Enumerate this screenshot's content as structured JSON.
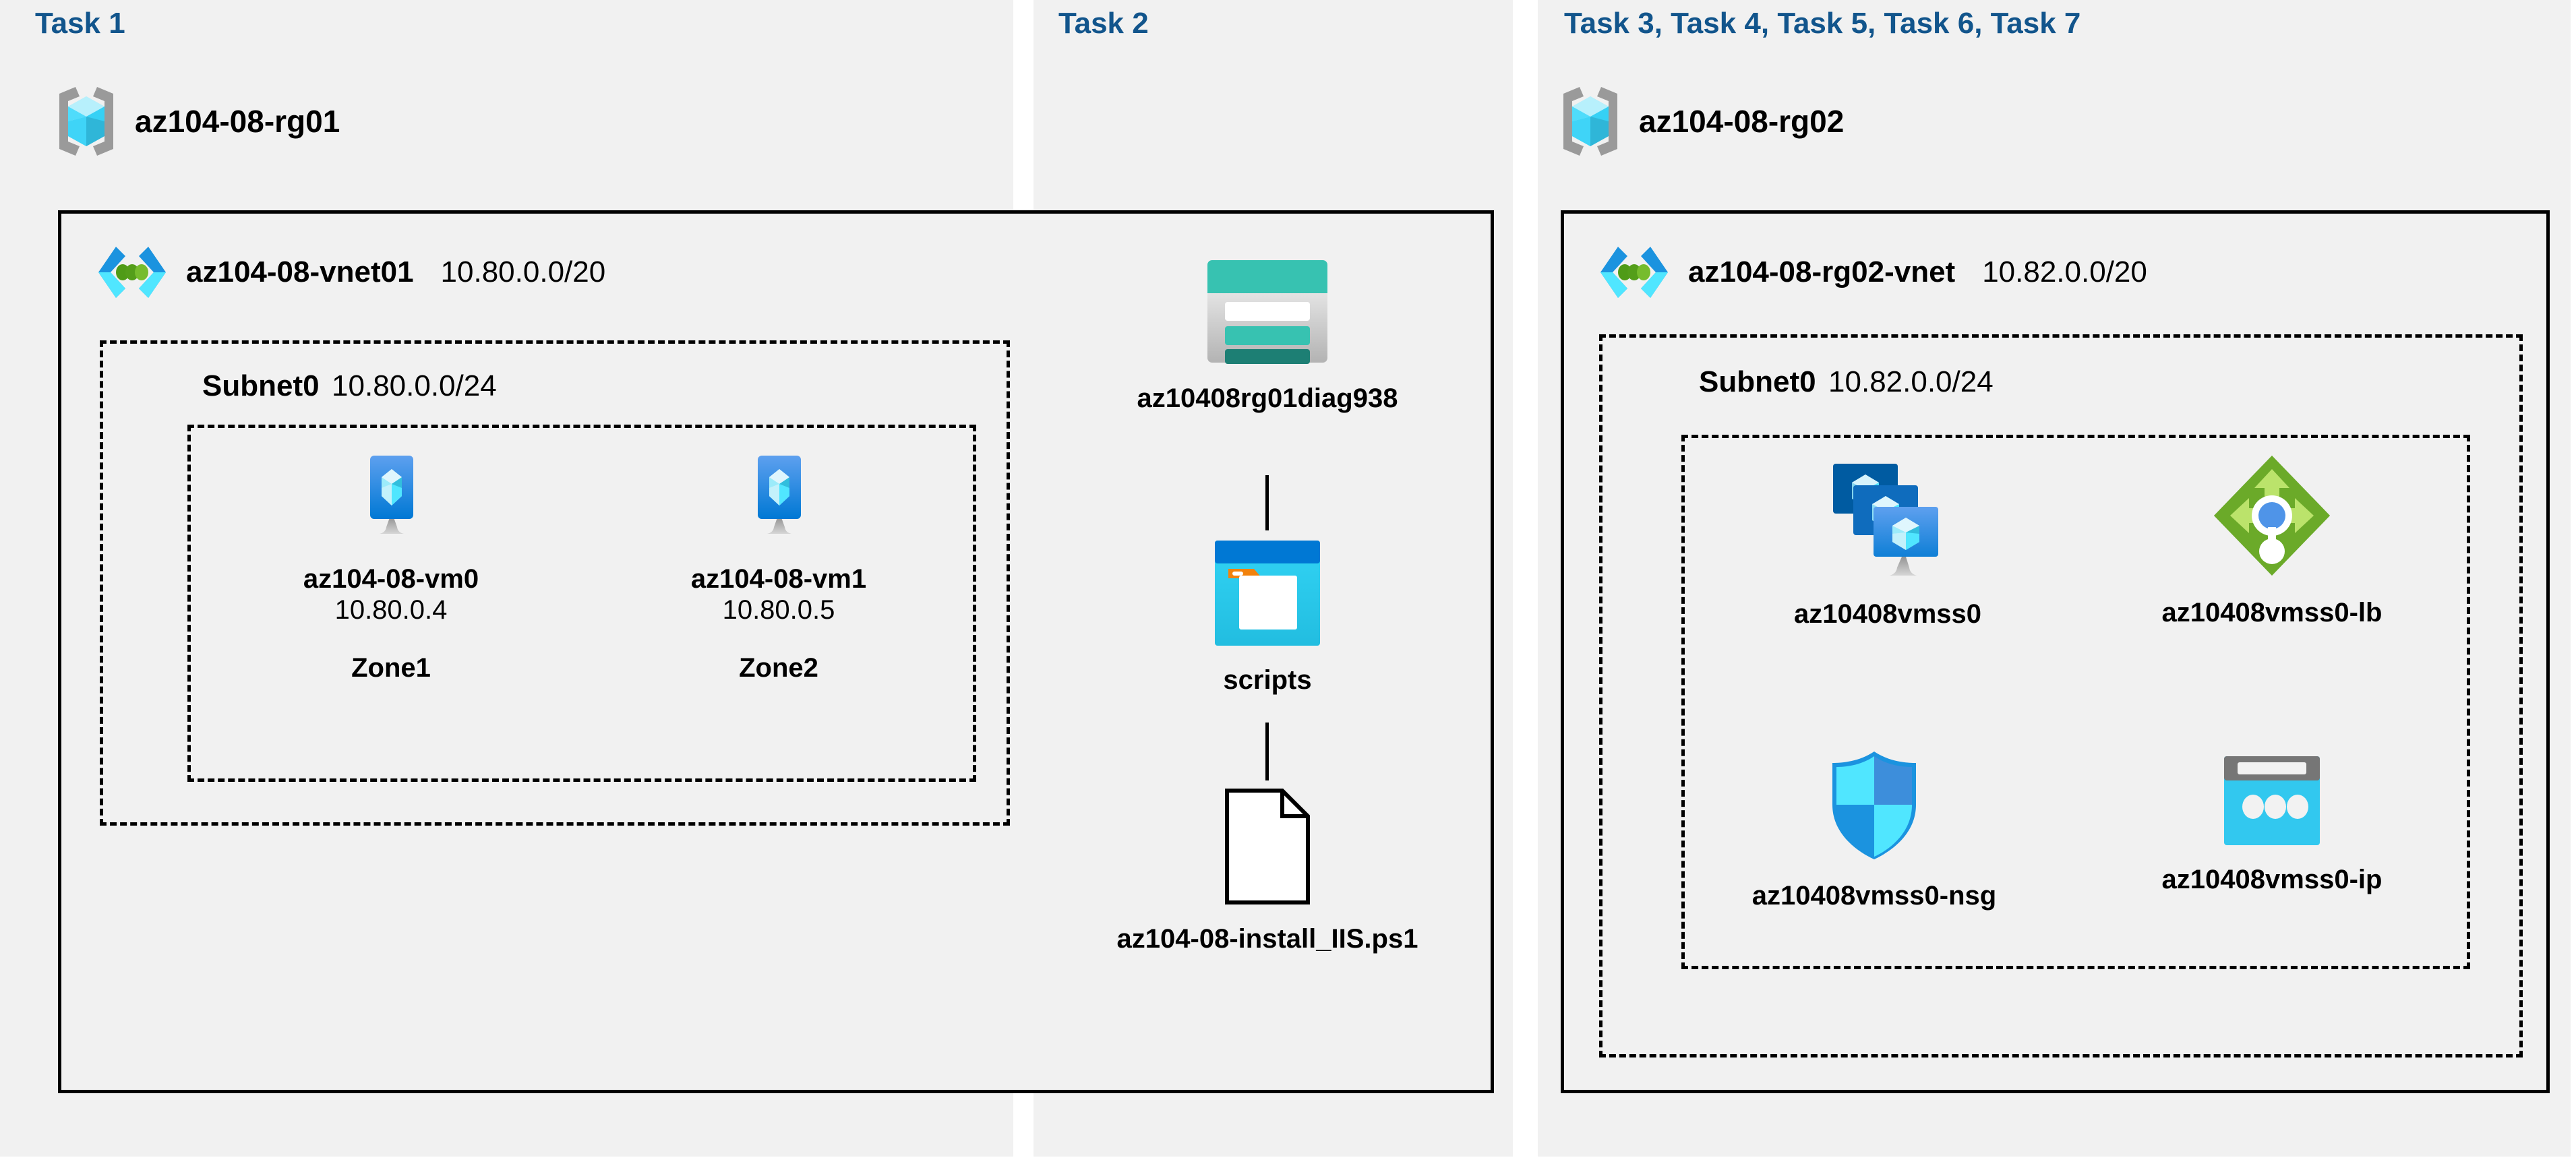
{
  "diagram": {
    "title_colors": {
      "task_label": "#12558c",
      "panel_bg": "#f1f1f1",
      "border": "#000000"
    },
    "panels": [
      {
        "id": "task1",
        "task_label": "Task 1",
        "resource_group": {
          "name": "az104-08-rg01",
          "icon": "resource-group-icon"
        },
        "vnet": {
          "name": "az104-08-vnet01",
          "cidr": "10.80.0.0/20",
          "icon": "virtual-network-icon"
        },
        "subnet": {
          "name": "Subnet0",
          "cidr": "10.80.0.0/24"
        },
        "nodes": [
          {
            "name": "az104-08-vm0",
            "ip": "10.80.0.4",
            "zone": "Zone1",
            "icon": "virtual-machine-icon"
          },
          {
            "name": "az104-08-vm1",
            "ip": "10.80.0.5",
            "zone": "Zone2",
            "icon": "virtual-machine-icon"
          }
        ]
      },
      {
        "id": "task2",
        "task_label": "Task 2",
        "nodes": [
          {
            "name": "az10408rg01diag938",
            "icon": "storage-account-icon"
          },
          {
            "name": "scripts",
            "icon": "blob-container-icon"
          },
          {
            "name": "az104-08-install_IIS.ps1",
            "icon": "file-icon"
          }
        ]
      },
      {
        "id": "task3",
        "task_label": "Task 3, Task 4, Task 5, Task 6, Task 7",
        "resource_group": {
          "name": "az104-08-rg02",
          "icon": "resource-group-icon"
        },
        "vnet": {
          "name": "az104-08-rg02-vnet",
          "cidr": "10.82.0.0/20",
          "icon": "virtual-network-icon"
        },
        "subnet": {
          "name": "Subnet0",
          "cidr": "10.82.0.0/24"
        },
        "nodes": [
          {
            "name": "az10408vmss0",
            "icon": "vm-scale-set-icon"
          },
          {
            "name": "az10408vmss0-lb",
            "icon": "load-balancer-icon"
          },
          {
            "name": "az10408vmss0-nsg",
            "icon": "network-security-group-icon"
          },
          {
            "name": "az10408vmss0-ip",
            "icon": "public-ip-address-icon"
          }
        ]
      }
    ]
  }
}
